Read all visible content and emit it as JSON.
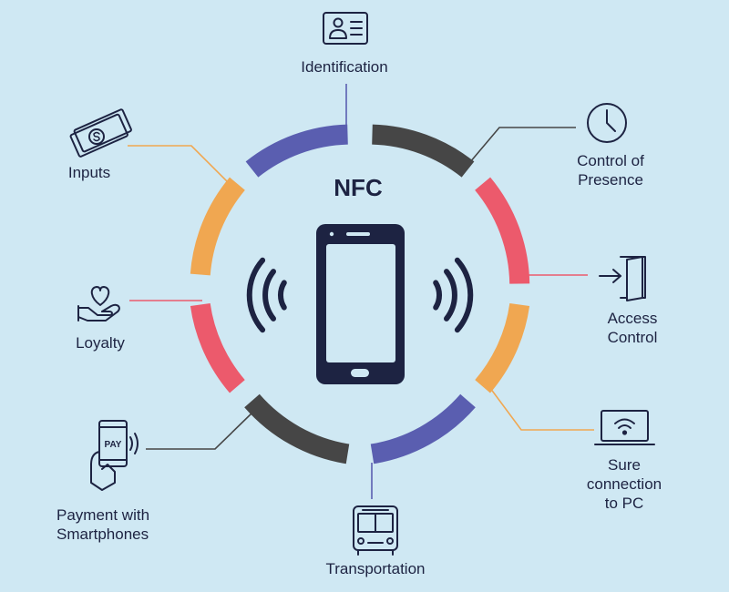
{
  "title": "NFC",
  "features": {
    "identification": "Identification",
    "control_of_presence": [
      "Control of",
      "Presence"
    ],
    "access_control": [
      "Access",
      "Control"
    ],
    "sure_connection": [
      "Sure",
      "connection",
      "to PC"
    ],
    "transportation": "Transportation",
    "payment": [
      "Payment with",
      "Smartphones"
    ],
    "loyalty": "Loyalty",
    "inputs": "Inputs"
  },
  "icons": {
    "identification": "id-card-icon",
    "control_of_presence": "clock-icon",
    "access_control": "door-enter-icon",
    "sure_connection": "laptop-wifi-icon",
    "transportation": "bus-icon",
    "payment": "phone-pay-icon",
    "loyalty": "heart-hand-icon",
    "inputs": "money-icon",
    "pay_text": "PAY"
  },
  "colors": {
    "background": "#cfe8f3",
    "navy": "#1d2342",
    "purple": "#5a5eb0",
    "dark_gray": "#464646",
    "red": "#ec5a6c",
    "orange": "#f0a751"
  }
}
